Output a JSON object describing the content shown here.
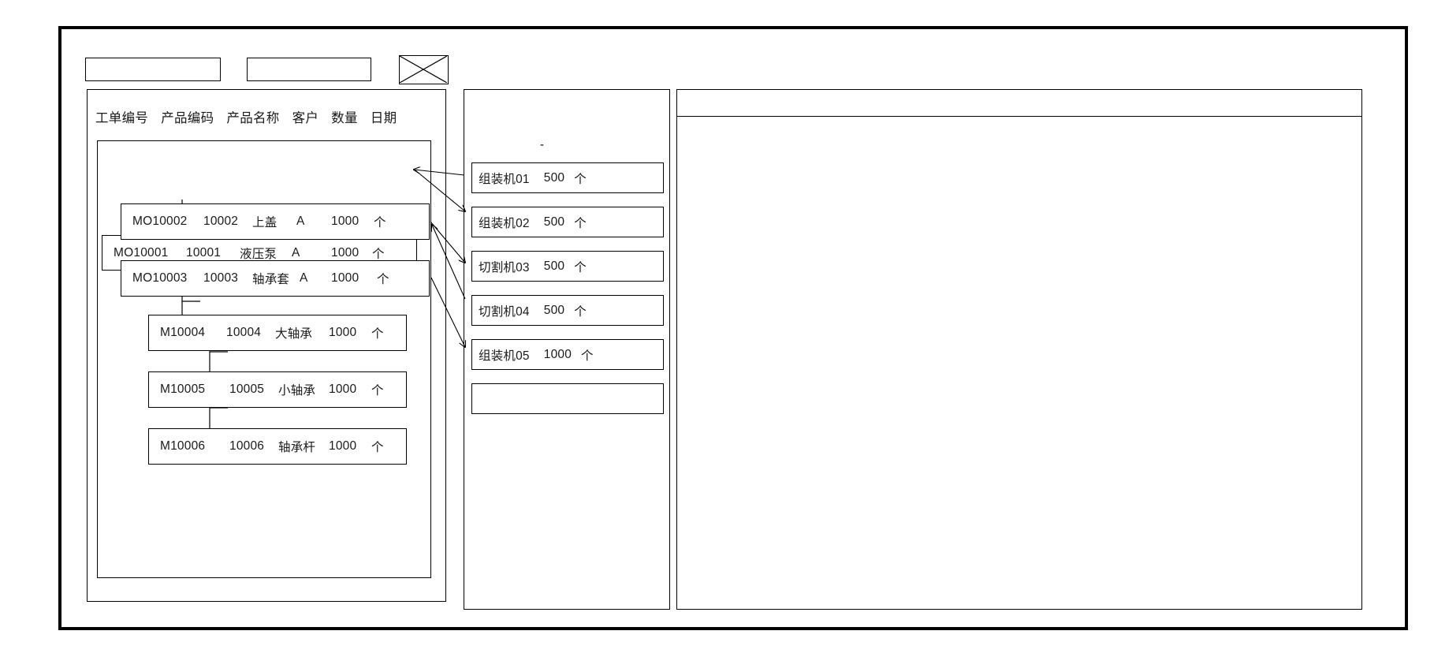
{
  "window": {
    "title": ""
  },
  "toolbar": {
    "items": [
      {
        "name": "toolbar-box-1",
        "label": "",
        "icon": "empty-box"
      },
      {
        "name": "toolbar-box-2",
        "label": "",
        "icon": "empty-box"
      },
      {
        "name": "toolbar-image-placeholder",
        "label": "",
        "icon": "crossed-box-icon"
      }
    ]
  },
  "left_panel": {
    "columns": [
      "工单编号",
      "产品编码",
      "产品名称",
      "客户",
      "数量",
      "日期"
    ],
    "tree": [
      {
        "id": "MO10001",
        "level": 0,
        "order_no": "MO10001",
        "product_code": "10001",
        "product_name": "液压泵",
        "customer": "A",
        "quantity": "1000",
        "unit": "个"
      },
      {
        "id": "MO10002",
        "level": 1,
        "order_no": "MO10002",
        "product_code": "10002",
        "product_name": "上盖",
        "customer": "A",
        "quantity": "1000",
        "unit": "个"
      },
      {
        "id": "MO10003",
        "level": 1,
        "order_no": "MO10003",
        "product_code": "10003",
        "product_name": "轴承套",
        "customer": "A",
        "quantity": "1000",
        "unit": "个"
      },
      {
        "id": "M10004",
        "level": 2,
        "order_no": "M10004",
        "product_code": "10004",
        "product_name": "大轴承",
        "customer": "",
        "quantity": "1000",
        "unit": "个"
      },
      {
        "id": "M10005",
        "level": 2,
        "order_no": "M10005",
        "product_code": "10005",
        "product_name": "小轴承",
        "customer": "",
        "quantity": "1000",
        "unit": "个"
      },
      {
        "id": "M10006",
        "level": 2,
        "order_no": "M10006",
        "product_code": "10006",
        "product_name": "轴承杆",
        "customer": "",
        "quantity": "1000",
        "unit": "个"
      }
    ]
  },
  "middle_panel": {
    "mark": "-",
    "items": [
      {
        "machine": "组装机01",
        "quantity": "500",
        "unit": "个"
      },
      {
        "machine": "组装机02",
        "quantity": "500",
        "unit": "个"
      },
      {
        "machine": "切割机03",
        "quantity": "500",
        "unit": "个"
      },
      {
        "machine": "切割机04",
        "quantity": "500",
        "unit": "个"
      },
      {
        "machine": "组装机05",
        "quantity": "1000",
        "unit": "个"
      },
      {
        "machine": "",
        "quantity": "",
        "unit": ""
      }
    ]
  },
  "right_panel": {
    "header_label": "",
    "body_label": ""
  },
  "colors": {
    "frame": "#000000",
    "line": "#000000",
    "background": "#ffffff",
    "text": "#1a1a1a"
  }
}
